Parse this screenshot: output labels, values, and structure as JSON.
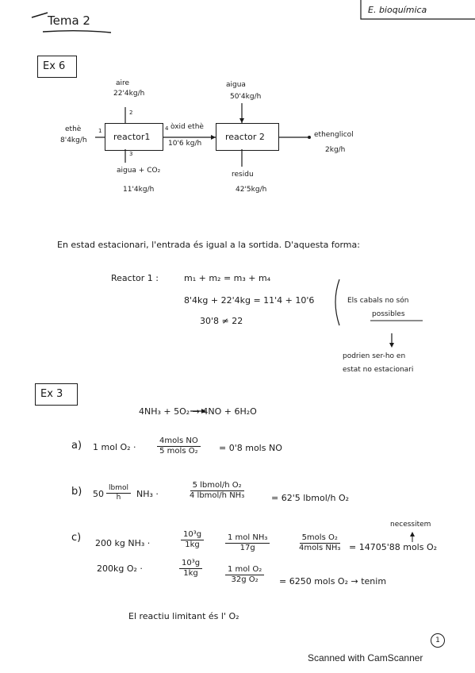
{
  "header": {
    "title": "Tema 2",
    "subject": "E. bioquímica"
  },
  "ex6": {
    "label": "Ex 6",
    "reactor1": "reactor1",
    "reactor2": "reactor 2",
    "stream1_name": "ethè",
    "stream1_flow": "8'4kg/h",
    "stream1_num": "1",
    "stream2_name": "aire",
    "stream2_flow": "22'4kg/h",
    "stream2_num": "2",
    "stream3_name": "aigua + CO₂",
    "stream3_flow": "11'4kg/h",
    "stream3_num": "3",
    "stream4_name": "òxid ethè",
    "stream4_flow": "10'6 kg/h",
    "stream4_num": "4",
    "water_name": "aigua",
    "water_flow": "50'4kg/h",
    "residue_name": "residu",
    "residue_flow": "42'5kg/h",
    "product_name": "ethenglicol",
    "product_flow": "2kg/h",
    "statement": "En estad estacionari, l'entrada és igual a la sortida. D'aquesta forma:",
    "balance_label": "Reactor 1 :",
    "balance_eq": "m₁ + m₂ = m₃ + m₄",
    "balance_values": "8'4kg + 22'4kg = 11'4 + 10'6",
    "balance_result": "30'8 ≠ 22",
    "note_line1": "Els cabals no són",
    "note_line2": "possibles",
    "note_line3": "podrien ser-ho en",
    "note_line4": "estat no estacionari"
  },
  "ex3": {
    "label": "Ex 3",
    "reaction": "4NH₃ + 5O₂ → 4NO + 6H₂O",
    "a_label": "a)",
    "a_start": "1 mol O₂ ·",
    "a_num": "4mols NO",
    "a_den": "5 mols O₂",
    "a_result": "= 0'8 mols NO",
    "b_label": "b)",
    "b_start": "50",
    "b_unit_num": "lbmol",
    "b_unit_den": "h",
    "b_species": "NH₃ ·",
    "b_num": "5 lbmol/h O₂",
    "b_den": "4 lbmol/h NH₃",
    "b_result": "= 62'5 lbmol/h O₂",
    "c_label": "c)",
    "c1_start": "200 kg NH₃ ·",
    "c1_f1_num": "10³g",
    "c1_f1_den": "1kg",
    "c1_f2_num": "1 mol NH₃",
    "c1_f2_den": "17g",
    "c1_f3_num": "5mols O₂",
    "c1_f3_den": "4mols NH₃",
    "c1_result": "= 14705'88 mols O₂",
    "c1_note": "necessitem",
    "c2_start": "200kg O₂ ·",
    "c2_f1_num": "10³g",
    "c2_f1_den": "1kg",
    "c2_f2_num": "1 mol O₂",
    "c2_f2_den": "32g O₂",
    "c2_result": "= 6250 mols O₂ → tenim",
    "conclusion": "El reactiu limitant és l' O₂"
  },
  "page_number": "1",
  "footer": "Scanned with CamScanner"
}
